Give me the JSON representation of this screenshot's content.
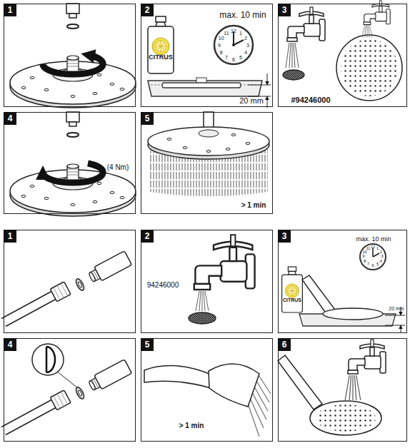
{
  "diagram": {
    "nodes": [
      {
        "text": [
          "1"
        ]
      },
      {
        "text": [
          "2"
        ]
      },
      {
        "text": [
          "3"
        ]
      },
      {
        "text": [
          "4"
        ]
      },
      {
        "text": [
          "5"
        ]
      },
      {
        "text": [
          "1"
        ]
      },
      {
        "text": [
          "2"
        ]
      },
      {
        "text": [
          "3"
        ]
      },
      {
        "text": [
          "4"
        ]
      },
      {
        "text": [
          "5"
        ]
      },
      {
        "text": [
          "6"
        ]
      }
    ],
    "labels": [
      "max. 10 min",
      "CITRUS",
      "20 mm",
      "12",
      "1",
      "2",
      "3",
      "4",
      "5",
      "6",
      "7",
      "8",
      "9",
      "10",
      "11",
      "#94246000",
      "(4 Nm)",
      "> 1 min",
      "94246000",
      "max. 10 min",
      "12",
      "1",
      "2",
      "3",
      "4",
      "5",
      "6",
      "7",
      "8",
      "9",
      "10",
      "11",
      "CITRUS",
      "20 mm",
      "> 1 min"
    ]
  }
}
